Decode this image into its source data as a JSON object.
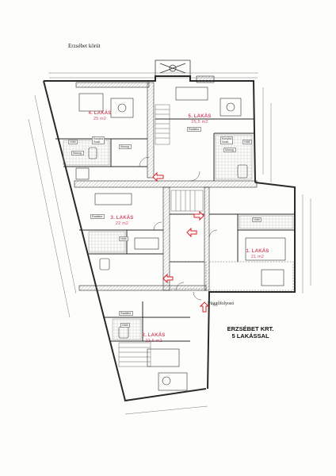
{
  "street": "Erzsébet körút",
  "corridor": "Függőfolyosó",
  "summary": {
    "line1": "ERZSÉBET KRT.",
    "line2": "5 LAKÁSSAL"
  },
  "units": [
    {
      "id": "4",
      "name": "4. LAKÁS",
      "area": "25 m2"
    },
    {
      "id": "5",
      "name": "5. LAKÁS",
      "area": "25,5 m2"
    },
    {
      "id": "3",
      "name": "3. LAKÁS",
      "area": "22 m2"
    },
    {
      "id": "1",
      "name": "1. LAKÁS",
      "area": "21 m2"
    },
    {
      "id": "2",
      "name": "2. LAKÁS",
      "area": "22,6 m2"
    }
  ],
  "rooms": {
    "hutoA": "Hűtő",
    "konyhaA": "Konyha\nSzab.",
    "mosogA": "Mosog.",
    "mosogA2": "Mosog.",
    "hutoB": "Hűtő",
    "konyhaB": "Konyha\nSzab.",
    "mosogB": "Mosog.",
    "hutoC": "Hűtő",
    "hutoD": "Hűtő",
    "hutoE": "Hűtő",
    "radA": "Radiátor",
    "radB": "Radiátor",
    "radC": "Radiátor"
  },
  "colors": {
    "accent": "#d0506a",
    "arrow": "#d8202a",
    "line": "#2a2a2a",
    "hatch": "#8a8a8a"
  }
}
